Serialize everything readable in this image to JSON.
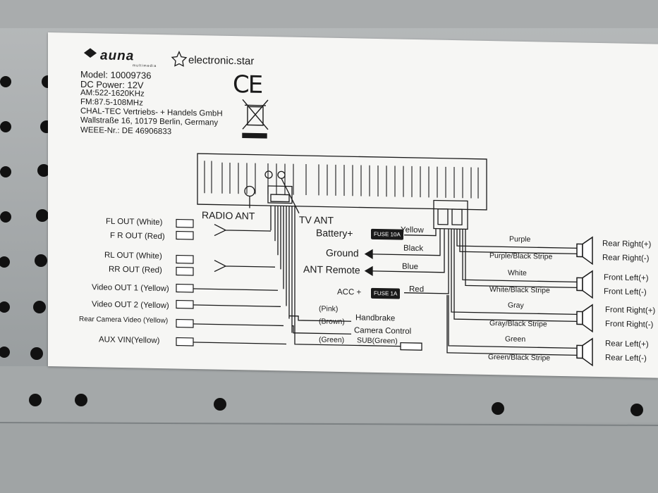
{
  "brand": {
    "name": "auna",
    "sub": "multimedia",
    "partner": "electronic.star"
  },
  "specs": {
    "model": "Model: 10009736",
    "power": "DC Power: 12V",
    "am": "AM:522-1620KHz",
    "fm": "FM:87.5-108MHz",
    "company": "CHAL-TEC Vertriebs- + Handels GmbH",
    "address": "Wallstraße 16, 10179 Berlin, Germany",
    "weee": "WEEE-Nr.: DE 46906833"
  },
  "ce_mark": "CE",
  "antennas": {
    "radio": "RADIO ANT",
    "tv": "TV ANT"
  },
  "left_connectors": [
    "FL OUT (White)",
    "F R OUT (Red)",
    "RL OUT (White)",
    "RR OUT (Red)",
    "Video OUT 1 (Yellow)",
    "Video OUT 2 (Yellow)",
    "Rear Camera Video (Yellow)",
    "AUX VIN(Yellow)"
  ],
  "center_wires": [
    {
      "color": "(Pink)",
      "function": "Handbrake"
    },
    {
      "color": "(Brown)",
      "function": "Camera Control"
    },
    {
      "color": "(Green)",
      "function": "SUB(Green)"
    }
  ],
  "power_wires": [
    {
      "label": "Battery+",
      "fuse": "FUSE 10A",
      "color": "Yellow"
    },
    {
      "label": "Ground",
      "color": "Black"
    },
    {
      "label": "ANT Remote",
      "color": "Blue"
    },
    {
      "label": "ACC +",
      "fuse": "FUSE 1A",
      "color": "Red"
    }
  ],
  "speaker_wires": [
    {
      "pos": "Purple",
      "neg": "Purple/Black Stripe",
      "pos_label": "Rear Right(+)",
      "neg_label": "Rear Right(-)"
    },
    {
      "pos": "White",
      "neg": "White/Black Stripe",
      "pos_label": "Front Left(+)",
      "neg_label": "Front Left(-)"
    },
    {
      "pos": "Gray",
      "neg": "Gray/Black Stripe",
      "pos_label": "Front Right(+)",
      "neg_label": "Front Right(-)"
    },
    {
      "pos": "Green",
      "neg": "Green/Black Stripe",
      "pos_label": "Rear Left(+)",
      "neg_label": "Rear Left(-)"
    }
  ],
  "colors": {
    "label_bg": "#f6f6f4",
    "ink": "#1a1a1a",
    "metal": "#9fa4a6"
  }
}
